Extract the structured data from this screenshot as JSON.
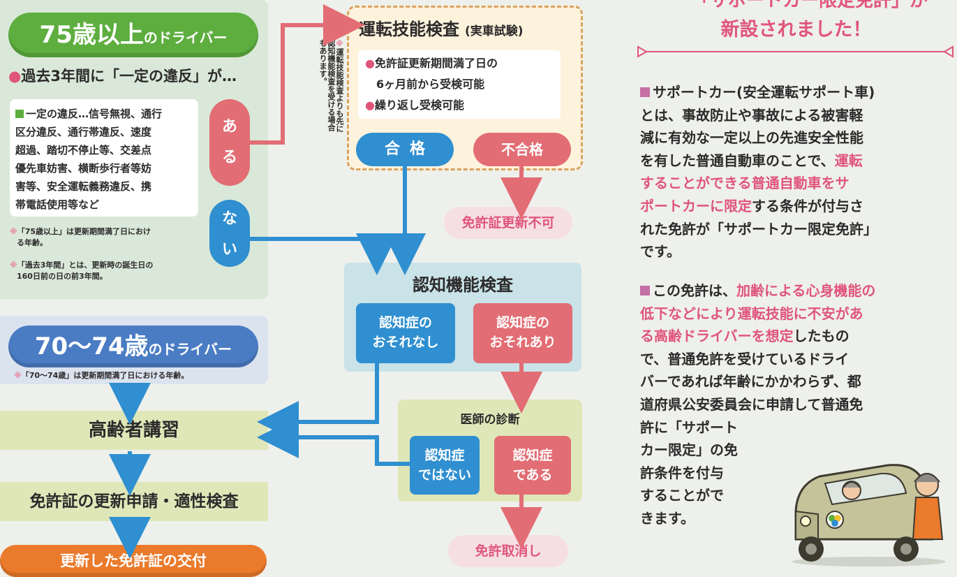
{
  "left": {
    "age75_pill": {
      "big": "75歳以上",
      "small": "のドライバー"
    },
    "past3_heading": "過去3年間に「一定の違反」が…",
    "violation_text": "一定の違反…信号無視、通行区分違反、通行帯違反、速度超過、踏切不停止等、交差点優先車妨害、横断歩行者等妨害等、安全運転義務違反、携帯電話使用等など",
    "violation_lines": [
      "一定の違反…信号無視、通行",
      "区分違反、通行帯違反、速度",
      "超過、踏切不停止等、交差点",
      "優先車妨害、横断歩行者等妨",
      "害等、安全運転義務違反、携",
      "帯電話使用等など"
    ],
    "note1_lines": [
      "「75歳以上」は更新期間満了日におけ",
      "る年齢。"
    ],
    "note2_lines": [
      "「過去3年間」とは、更新時の誕生日の",
      "160日前の日の前3年間。"
    ],
    "aru": "ある",
    "nai": "ない",
    "vertical_note": "運転技能検査よりも先に認知機能検査を受ける場合もあります。",
    "age70_pill": {
      "big": "70〜74歳",
      "small": "のドライバー"
    },
    "age70_note": "「70〜74歳」は更新期間満了日における年齢。",
    "kourei_koushu": "高齢者講習",
    "koushin_shinsei": "免許証の更新申請・適性検査",
    "koufu": "更新した免許証の交付"
  },
  "center": {
    "driving_title": "運転技能検査",
    "driving_sub": "(実車試験)",
    "driving_item1_lines": [
      "免許証更新期間満了日の",
      "6ヶ月前から受検可能"
    ],
    "driving_item2": "繰り返し受検可能",
    "pass": "合格",
    "fail": "不合格",
    "renewal_denied": "免許証更新不可",
    "cognitive_title": "認知機能検査",
    "no_dementia_lines": [
      "認知症の",
      "おそれなし"
    ],
    "dementia_lines": [
      "認知症の",
      "おそれあり"
    ],
    "doctor_title": "医師の診断",
    "not_dementia_lines": [
      "認知症",
      "ではない"
    ],
    "is_dementia_lines": [
      "認知症",
      "である"
    ],
    "revocation": "免許取消し"
  },
  "right": {
    "headline_partial": "「サポートカー限定免許」が",
    "headline": "新設されました！",
    "p1_segments": [
      {
        "t": "サポートカー(安全運転サポート車)とは、事故防止や事故による被害軽減に有効な一定以上の先進安全性能を有した普通自動車のことで、",
        "pink": false
      },
      {
        "t": "運転することができる普通自動車をサポートカーに限定",
        "pink": true
      },
      {
        "t": "する条件が付与された免許が「サポートカー限定免許」です。",
        "pink": false
      }
    ],
    "p1_lines": [
      [
        {
          "t": "サポートカー(安全運転サポート車)",
          "p": false
        }
      ],
      [
        {
          "t": "とは、事故防止や事故による被害軽",
          "p": false
        }
      ],
      [
        {
          "t": "減に有効な一定以上の先進安全性能",
          "p": false
        }
      ],
      [
        {
          "t": "を有した普通自動車のことで、",
          "p": false
        },
        {
          "t": "運転",
          "p": true
        }
      ],
      [
        {
          "t": "することができる普通自動車をサ",
          "p": true
        }
      ],
      [
        {
          "t": "ポートカーに限定",
          "p": true
        },
        {
          "t": "する条件が付与さ",
          "p": false
        }
      ],
      [
        {
          "t": "れた免許が「サポートカー限定免許」",
          "p": false
        }
      ],
      [
        {
          "t": "です。",
          "p": false
        }
      ]
    ],
    "p2_lines": [
      [
        {
          "t": "この免許は、",
          "p": false
        },
        {
          "t": "加齢による心身機能の",
          "p": true
        }
      ],
      [
        {
          "t": "低下などにより運転技能に不安があ",
          "p": true
        }
      ],
      [
        {
          "t": "る高齢ドライバーを想定",
          "p": true
        },
        {
          "t": "したもの",
          "p": false
        }
      ],
      [
        {
          "t": "で、普通免許を受けているドライ",
          "p": false
        }
      ],
      [
        {
          "t": "バーであれば年齢にかかわらず、都",
          "p": false
        }
      ],
      [
        {
          "t": "道府県公安委員会に申請して普通免",
          "p": false
        }
      ],
      [
        {
          "t": "許に「サポート",
          "p": false
        }
      ],
      [
        {
          "t": "カー限定」の免",
          "p": false
        }
      ],
      [
        {
          "t": "許条件を付与",
          "p": false
        }
      ],
      [
        {
          "t": "することがで",
          "p": false
        }
      ],
      [
        {
          "t": "きます。",
          "p": false
        }
      ]
    ]
  },
  "colors": {
    "green": "#5dae3f",
    "blue": "#2f8fd0",
    "red": "#e26d74",
    "pink_text": "#e0557a",
    "orange": "#ea7a2c"
  }
}
